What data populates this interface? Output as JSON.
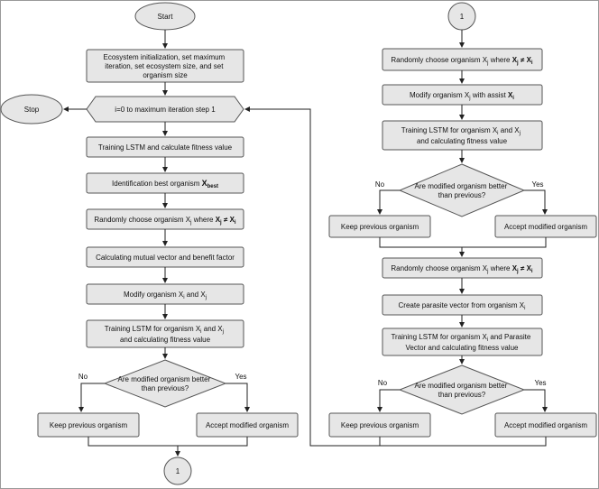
{
  "left": {
    "start": "Start",
    "init": [
      "Ecosystem initialization, set maximum",
      "iteration, set ecosystem size, and set",
      "organism size"
    ],
    "stop": "Stop",
    "loop": "i=0 to maximum iteration step 1",
    "train1": "Training LSTM and calculate fitness value",
    "best": "Identification best organism ",
    "best_var": "X",
    "best_sub": "best",
    "choose_pre": "Randomly choose organism X",
    "choose_mid": " where ",
    "choose_xj": "X",
    "choose_neq": " ≠ ",
    "choose_xi": "X",
    "sub_i": "i",
    "sub_j": "j",
    "mutual": "Calculating mutual vector and benefit factor",
    "modify": "Modify organism X",
    "modify_and": " and X",
    "train2_l1a": "Training LSTM for organism X",
    "train2_l1b": " and X",
    "train2_l2": "and calculating fitness value",
    "decision": [
      "Are modified organism better",
      "than previous?"
    ],
    "no": "No",
    "yes": "Yes",
    "keep": "Keep previous organism",
    "accept": "Accept modified organism",
    "connector": "1"
  },
  "right": {
    "connector": "1",
    "choose1_pre": "Randomly choose organism X",
    "choose1_mid": " where ",
    "sub_i": "i",
    "sub_j": "j",
    "xj": "X",
    "neq": " ≠ ",
    "xi": "X",
    "modify": "Modify organism X",
    "modify_mid": " with assist ",
    "train1_l1a": "Training LSTM for organism X",
    "train1_l1b": " and X",
    "train1_l2": "and calculating fitness value",
    "decision1": [
      "Are modified organism better",
      "than previous?"
    ],
    "no1": "No",
    "yes1": "Yes",
    "keep1": "Keep previous organism",
    "accept1": "Accept modified organism",
    "choose2_pre": "Randomly choose organism X",
    "choose2_mid": " where ",
    "parasite": "Create parasite vector from organism X",
    "train2_l1a": "Training LSTM for organism X",
    "train2_l1b": " and Parasite",
    "train2_l2": "Vector and calculating fitness value",
    "decision2": [
      "Are modified organism better",
      "than previous?"
    ],
    "no2": "No",
    "yes2": "Yes",
    "keep2": "Keep previous organism",
    "accept2": "Accept modified organism"
  }
}
